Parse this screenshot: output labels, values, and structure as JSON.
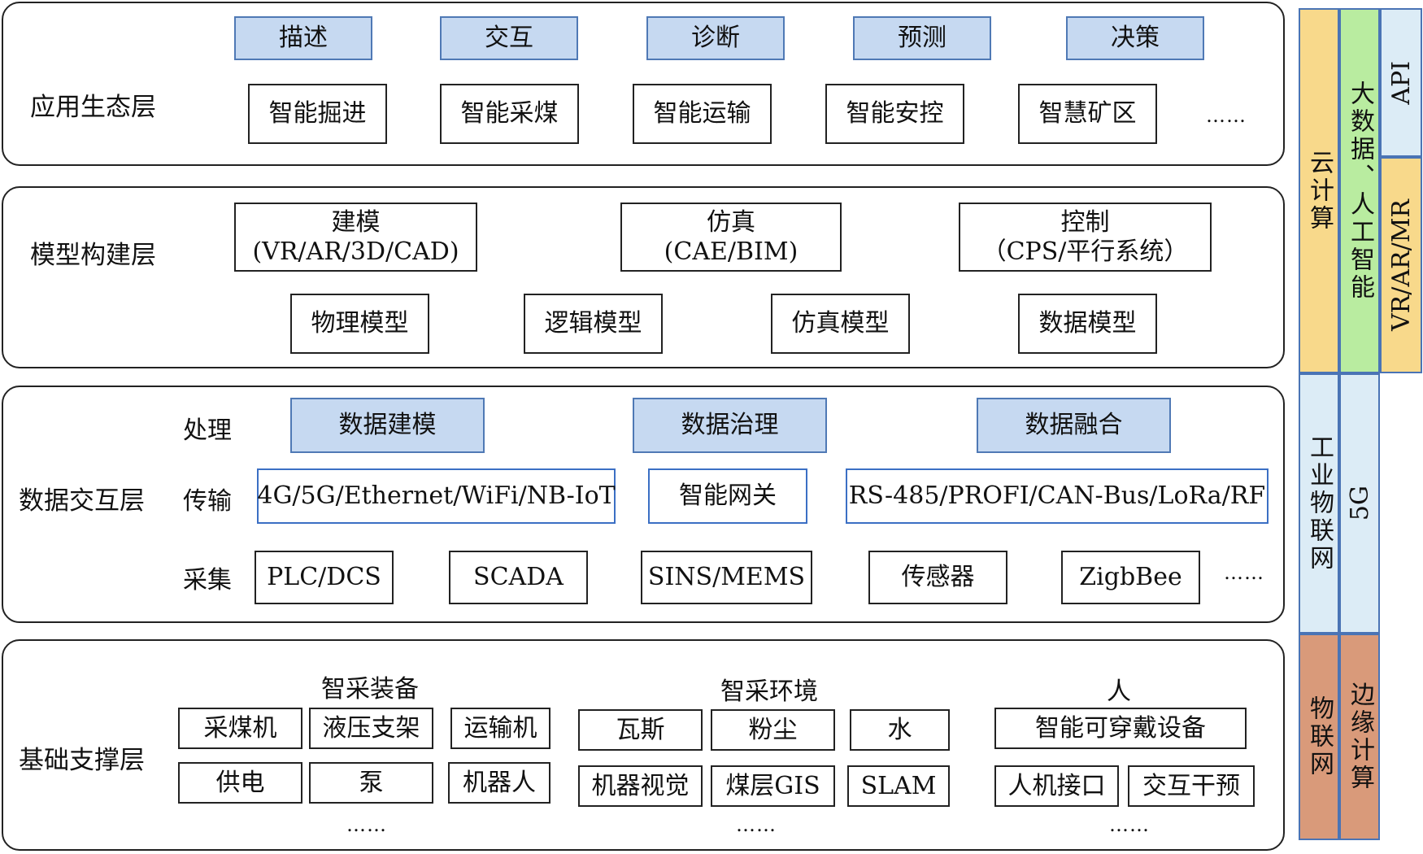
{
  "layers": {
    "app": {
      "name": "应用生态层",
      "top_row": [
        "描述",
        "交互",
        "诊断",
        "预测",
        "决策"
      ],
      "bottom_row": [
        "智能掘进",
        "智能采煤",
        "智能运输",
        "智能安控",
        "智慧矿区"
      ],
      "ellipsis": "……"
    },
    "model": {
      "name": "模型构建层",
      "top": [
        {
          "title": "建模",
          "sub": "(VR/AR/3D/CAD)"
        },
        {
          "title": "仿真",
          "sub": "(CAE/BIM)"
        },
        {
          "title": "控制",
          "sub": "（CPS/平行系统）"
        }
      ],
      "bottom_row": [
        "物理模型",
        "逻辑模型",
        "仿真模型",
        "数据模型"
      ]
    },
    "data": {
      "name": "数据交互层",
      "process_label": "处理",
      "process": [
        "数据建模",
        "数据治理",
        "数据融合"
      ],
      "transfer_label": "传输",
      "transfer": [
        "4G/5G/Ethernet/WiFi/NB-IoT",
        "智能网关",
        "RS-485/PROFI/CAN-Bus/LoRa/RF"
      ],
      "collect_label": "采集",
      "collect": [
        "PLC/DCS",
        "SCADA",
        "SINS/MEMS",
        "传感器",
        "ZigbBee"
      ],
      "ellipsis": "……"
    },
    "base": {
      "name": "基础支撑层",
      "groups": [
        {
          "title": "智采装备",
          "items": [
            "采煤机",
            "液压支架",
            "运输机",
            "供电",
            "泵",
            "机器人"
          ]
        },
        {
          "title": "智采环境",
          "items": [
            "瓦斯",
            "粉尘",
            "水",
            "机器视觉",
            "煤层GIS",
            "SLAM"
          ]
        },
        {
          "title": "人",
          "items": [
            "智能可穿戴设备",
            "人机接口",
            "交互干预"
          ]
        }
      ],
      "ellipsis": "……"
    }
  },
  "side": {
    "cloud": "云计算",
    "bigdata": "大数据、人工智能",
    "api": "API",
    "vr": "VR/AR/MR",
    "iiot": "工业物联网",
    "fiveg": "5G",
    "iot": "物联网",
    "edge": "边缘计算"
  },
  "colors": {
    "highlight_fill": "#c6d9f1",
    "cloud": "#f8d98b",
    "bigdata": "#b9eca0",
    "api": "#dcecf6",
    "vr": "#f8d98b",
    "iiot": "#dcecf6",
    "fiveg": "#dcecf6",
    "iot": "#d99a7a",
    "edge": "#d99a7a"
  }
}
